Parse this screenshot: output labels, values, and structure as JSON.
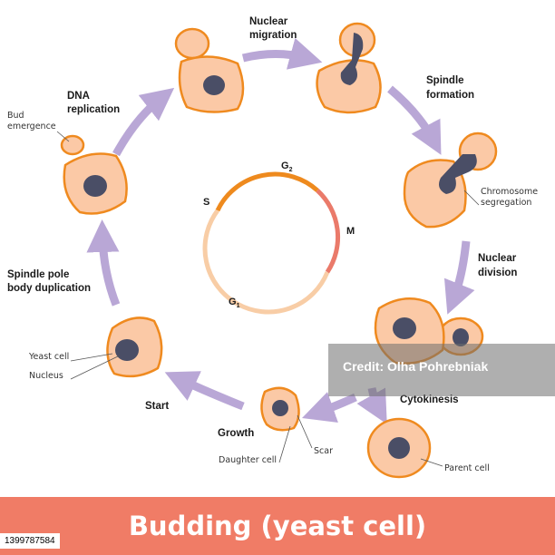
{
  "title": "Budding (yeast cell)",
  "stages": {
    "nuclear_migration": [
      "Nuclear",
      "migration"
    ],
    "spindle_formation": [
      "Spindle",
      "formation"
    ],
    "nuclear_division": [
      "Nuclear",
      "division"
    ],
    "cytokinesis": "Cytokinesis",
    "growth": "Growth",
    "start": "Start",
    "spindle_pole": [
      "Spindle pole",
      "body duplication"
    ],
    "dna_replication": [
      "DNA",
      "replication"
    ]
  },
  "annotations": {
    "bud_emergence": [
      "Bud",
      "emergence"
    ],
    "chromosome_segregation": [
      "Chromosome",
      "segregation"
    ],
    "yeast_cell": "Yeast cell",
    "nucleus": "Nucleus",
    "daughter_cell": "Daughter cell",
    "scar": "Scar",
    "parent_cell": "Parent cell"
  },
  "cell_cycle": {
    "phases": [
      {
        "name": "S",
        "sub": ""
      },
      {
        "name": "G",
        "sub": "2"
      },
      {
        "name": "M",
        "sub": ""
      },
      {
        "name": "G",
        "sub": "1"
      }
    ]
  },
  "watermark": {
    "text": "Credit: Olha Pohrebniak"
  },
  "stock_id": "1399787584",
  "colors": {
    "cell_fill": "#fbc9a6",
    "cell_outline": "#ef8a1f",
    "nucleus": "#4a4e66",
    "arrow": "#b9a7d6",
    "title_bar": "#f07c66",
    "phase_g2": "#ee8a1e",
    "phase_m": "#ea7a6a",
    "phase_g1": "#f8cda6"
  }
}
